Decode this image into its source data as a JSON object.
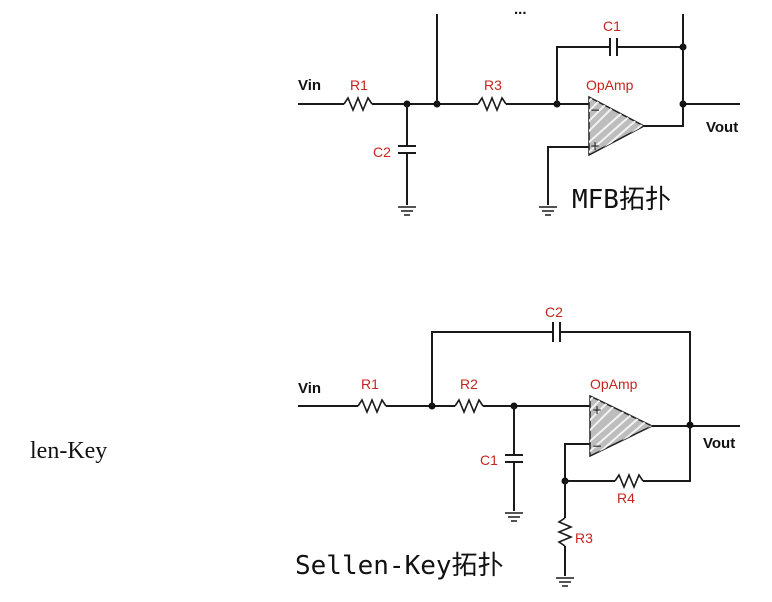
{
  "side_label": "len-Key",
  "mfb": {
    "vin": "Vin",
    "vout": "Vout",
    "r1": "R1",
    "r3": "R3",
    "c1": "C1",
    "c2": "C2",
    "opamp": "OpAmp",
    "minus": "−",
    "plus": "+",
    "ellipsis": "...",
    "caption": "MFB拓扑"
  },
  "sallen": {
    "vin": "Vin",
    "vout": "Vout",
    "r1": "R1",
    "r2": "R2",
    "r3": "R3",
    "r4": "R4",
    "c1": "C1",
    "c2": "C2",
    "opamp": "OpAmp",
    "minus": "−",
    "plus": "+",
    "caption": "Sellen-Key拓扑"
  }
}
